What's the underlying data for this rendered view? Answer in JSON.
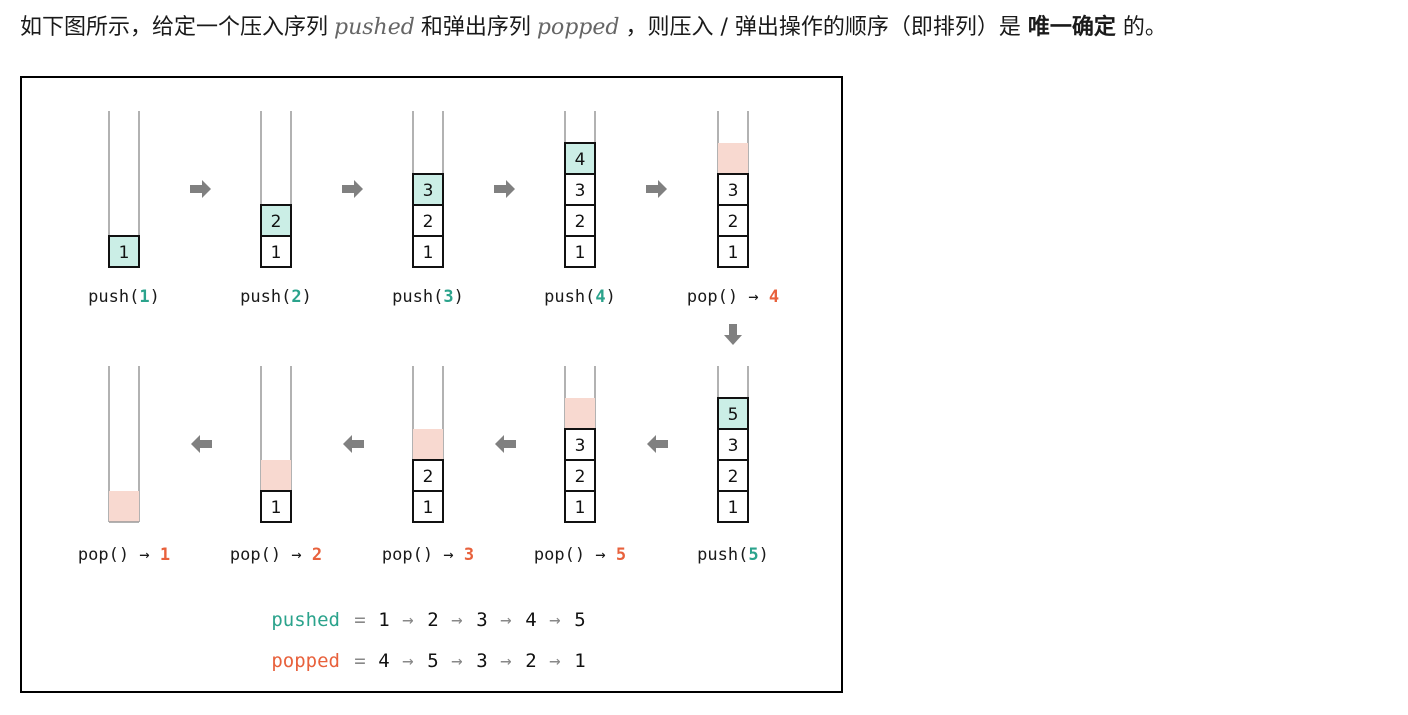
{
  "intro": {
    "part1": "如下图所示，给定一个压入序列",
    "pushed_var": "pushed",
    "part2": "和弹出序列",
    "popped_var": "popped",
    "part3": "，则压入 / 弹出操作的顺序（即排列）是",
    "emphasis": "唯一确定",
    "part4": "的。"
  },
  "colors": {
    "push_accent": "#2ba38c",
    "pop_accent": "#e8613c",
    "pushed_cell_fill": "#cbeee6",
    "popped_slot_fill": "#f8d9d0",
    "tube_line": "#999999",
    "arrow": "#808080"
  },
  "steps": [
    {
      "op": "push(",
      "value": "1",
      "close": ")",
      "kind": "push",
      "stack": [
        "1"
      ],
      "popped_slot": false
    },
    {
      "op": "push(",
      "value": "2",
      "close": ")",
      "kind": "push",
      "stack": [
        "1",
        "2"
      ],
      "popped_slot": false
    },
    {
      "op": "push(",
      "value": "3",
      "close": ")",
      "kind": "push",
      "stack": [
        "1",
        "2",
        "3"
      ],
      "popped_slot": false
    },
    {
      "op": "push(",
      "value": "4",
      "close": ")",
      "kind": "push",
      "stack": [
        "1",
        "2",
        "3",
        "4"
      ],
      "popped_slot": false
    },
    {
      "op": "pop() → ",
      "value": "4",
      "close": "",
      "kind": "pop",
      "stack": [
        "1",
        "2",
        "3"
      ],
      "popped_slot": true
    },
    {
      "op": "push(",
      "value": "5",
      "close": ")",
      "kind": "push",
      "stack": [
        "1",
        "2",
        "3",
        "5"
      ],
      "popped_slot": false
    },
    {
      "op": "pop() → ",
      "value": "5",
      "close": "",
      "kind": "pop",
      "stack": [
        "1",
        "2",
        "3"
      ],
      "popped_slot": true
    },
    {
      "op": "pop() → ",
      "value": "3",
      "close": "",
      "kind": "pop",
      "stack": [
        "1",
        "2"
      ],
      "popped_slot": true
    },
    {
      "op": "pop() → ",
      "value": "2",
      "close": "",
      "kind": "pop",
      "stack": [
        "1"
      ],
      "popped_slot": true
    },
    {
      "op": "pop() → ",
      "value": "1",
      "close": "",
      "kind": "pop",
      "stack": [],
      "popped_slot": true
    }
  ],
  "sequences": {
    "pushed_label": "pushed",
    "pushed_values": [
      "1",
      "2",
      "3",
      "4",
      "5"
    ],
    "popped_label": "popped",
    "popped_values": [
      "4",
      "5",
      "3",
      "2",
      "1"
    ],
    "equals": "=",
    "arrow": "→"
  }
}
